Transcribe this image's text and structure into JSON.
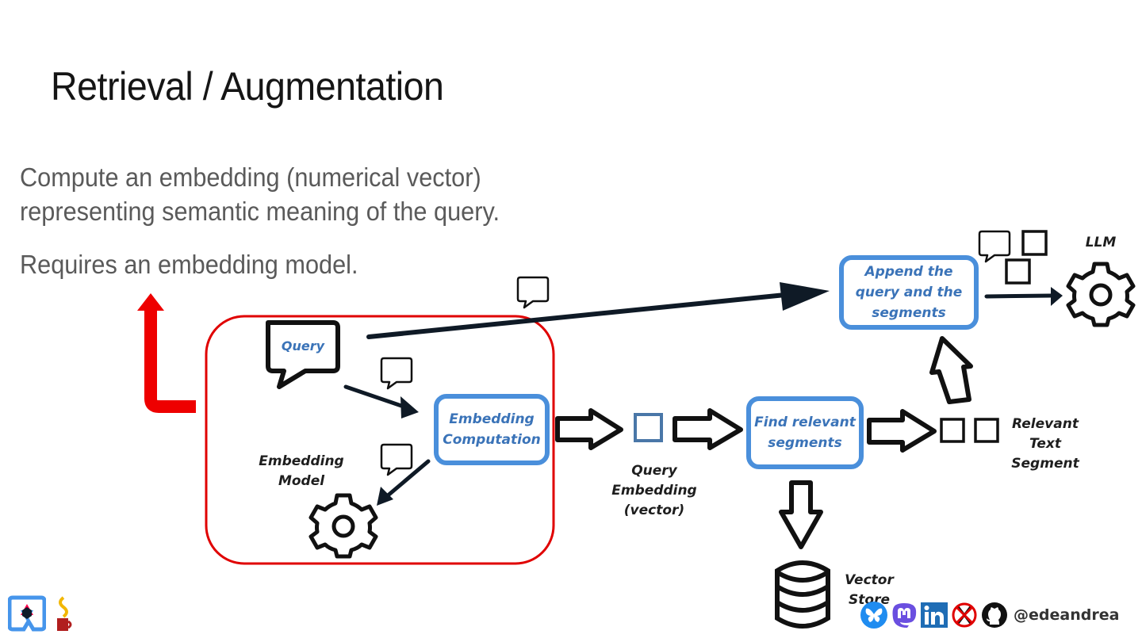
{
  "slide": {
    "title": "Retrieval / Augmentation",
    "paragraphs": [
      "Compute an embedding (numerical vector) representing semantic meaning of the query.",
      "Requires an embedding model."
    ]
  },
  "diagram": {
    "nodes": {
      "query": "Query",
      "embedding_computation": "Embedding Computation",
      "embedding_model": "Embedding Model",
      "query_embedding": "Query Embedding (vector)",
      "find_relevant": "Find relevant segments",
      "relevant_text_segment": "Relevant Text Segment",
      "vector_store": "Vector Store",
      "append": "Append the query and the segments",
      "llm": "LLM"
    },
    "highlight_color": "#e00000",
    "box_color": "#4a8fdb",
    "text_blue": "#3a73b8"
  },
  "footer": {
    "handle": "@edeandrea",
    "social_icons": [
      "bluesky-icon",
      "mastodon-icon",
      "linkedin-icon",
      "x-crossed-icon",
      "github-icon"
    ],
    "logos": [
      "quarkus-logo",
      "java-duke-cup-logo"
    ]
  }
}
